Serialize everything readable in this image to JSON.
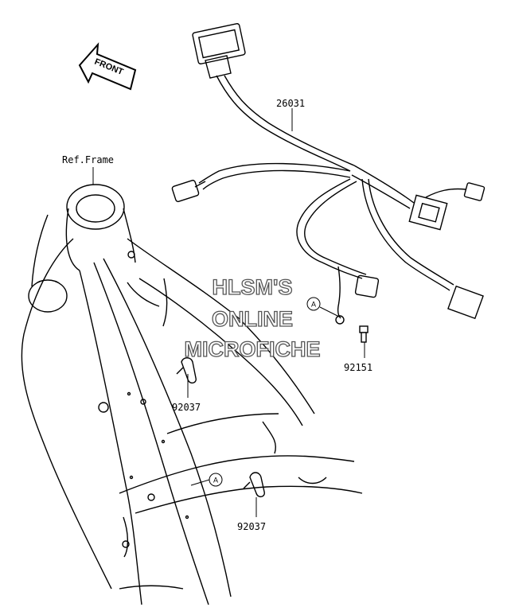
{
  "diagram": {
    "direction_label": "FRONT",
    "reference_label": "Ref.Frame",
    "parts": [
      {
        "number": "26031"
      },
      {
        "number": "92151"
      },
      {
        "number": "92037"
      },
      {
        "number": "92037"
      }
    ],
    "callouts": [
      "A",
      "A"
    ],
    "watermark": [
      "HLSM'S",
      "ONLINE",
      "MICROFICHE"
    ]
  }
}
